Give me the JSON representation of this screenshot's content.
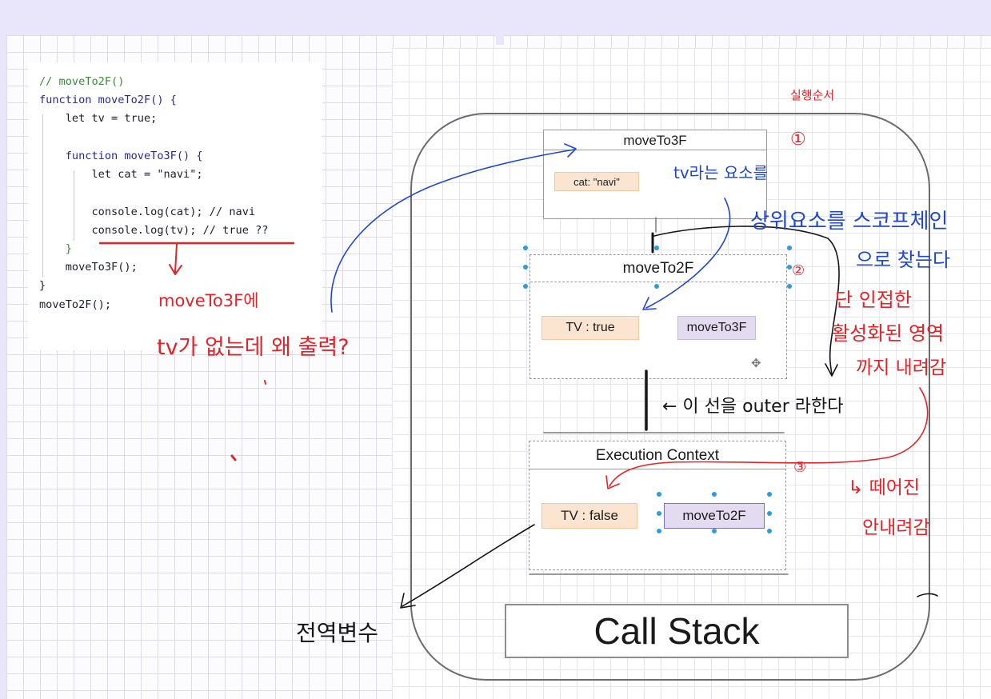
{
  "code": {
    "lines": [
      "// moveTo2F()",
      "function moveTo2F() {",
      "    let tv = true;",
      "",
      "    function moveTo3F() {",
      "        let cat = \"navi\";",
      "",
      "        console.log(cat); // navi",
      "        console.log(tv); // true ??",
      "    }",
      "    moveTo3F();",
      "}",
      "moveTo2F();"
    ]
  },
  "diagram": {
    "frame_3f": {
      "title": "moveTo3F",
      "var": "cat: \"navi\""
    },
    "frame_2f": {
      "title": "moveTo2F",
      "var": "TV : true",
      "fn": "moveTo3F"
    },
    "frame_global": {
      "title": "Execution Context",
      "var": "TV : false",
      "fn": "moveTo2F"
    },
    "call_stack_label": "Call Stack"
  },
  "annotations": {
    "red_under_code_1": "moveTo3F에",
    "red_under_code_2": "tv가 없는데 왜 출력?",
    "red_top_right": "실행순서",
    "red_num_1": "①",
    "red_num_2": "②",
    "red_num_3": "③",
    "blue_1": "tv라는 요소를",
    "blue_2": "상위요소를 스코프체인",
    "blue_3": "으로 찾는다",
    "red_right_1": "단 인접한",
    "red_right_2": "활성화된 영역",
    "red_right_3": "까지 내려감",
    "red_right_4": "↳ 떼어진",
    "red_right_5": "안내려감",
    "black_outer": "← 이 선을 outer 라한다",
    "black_global": "전역변수"
  },
  "colors": {
    "red_ink": "#e0242b",
    "blue_ink": "#1f47c8",
    "black_ink": "#161616",
    "orange_pill": "#fbe5d1",
    "purple_pill": "#e3dcf0",
    "selection_handle": "#2d9cdb"
  }
}
